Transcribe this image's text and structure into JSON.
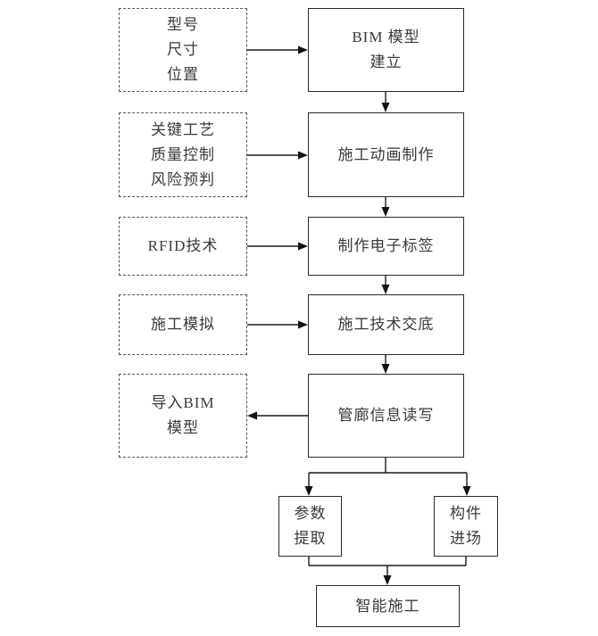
{
  "flowchart": {
    "title": "BIM-RFID intelligent construction flowchart",
    "colors": {
      "background": "#ffffff",
      "solid_border": "#2b2b2b",
      "dashed_border": "#555555",
      "line": "#1a1a1a",
      "text": "#3a3a3a"
    },
    "input_boxes": [
      {
        "label": "型号\n尺寸\n位置"
      },
      {
        "label": "关键工艺\n质量控制\n风险预判"
      },
      {
        "label": "RFID技术"
      },
      {
        "label": "施工模拟"
      },
      {
        "label": "导入BIM\n模型"
      }
    ],
    "process_boxes": [
      {
        "label": "BIM 模型\n建立"
      },
      {
        "label": "施工动画制作"
      },
      {
        "label": "制作电子标签"
      },
      {
        "label": "施工技术交底"
      },
      {
        "label": "管廊信息读写"
      }
    ],
    "branch_boxes": [
      {
        "label": "参数\n提取"
      },
      {
        "label": "构件\n进场"
      }
    ],
    "final_box": {
      "label": "智能施工"
    }
  }
}
